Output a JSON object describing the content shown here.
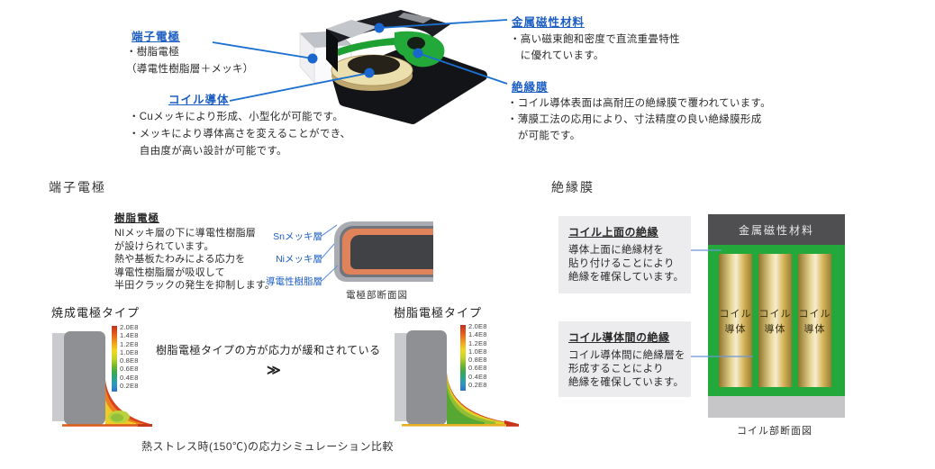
{
  "colors": {
    "accent_blue": "#1e5fc4",
    "connector_blue": "#6a95d8",
    "insulation_green": "#23a83c",
    "coil_gold": "#e3cf8e",
    "resin_orange": "#e0825a",
    "magnetic_dark": "#4f4f52",
    "box_gray": "#ececee"
  },
  "overview": {
    "terminal": {
      "title": "端子電極",
      "lines": [
        "・樹脂電極",
        "（導電性樹脂層＋メッキ）"
      ]
    },
    "coil": {
      "title": "コイル導体",
      "lines": [
        "・Cuメッキにより形成、小型化が可能です。",
        "・メッキにより導体高さを変えることができ、",
        "　自由度が高い設計が可能です。"
      ]
    },
    "magnetic": {
      "title": "金属磁性材料",
      "lines": [
        "・高い磁束飽和密度で直流重畳特性",
        "　に優れています。"
      ]
    },
    "insulation": {
      "title": "絶縁膜",
      "lines": [
        "・コイル導体表面は高耐圧の絶縁膜で覆われています。",
        "・薄膜工法の応用により、寸法精度の良い絶縁膜形成",
        "　が可能です。"
      ]
    }
  },
  "electrode_section": {
    "heading": "端子電極",
    "resin_note": {
      "title": "樹脂電極",
      "lines": [
        "NIメッキ層の下に導電性樹脂層",
        "が設けられています。",
        "熱や基板たわみによる応力を",
        "導電性樹脂層が吸収して",
        "半田クラックの発生を抑制します。"
      ]
    },
    "layer_labels": [
      "Snメッキ層",
      "Niメッキ層",
      "導電性樹脂層"
    ],
    "cross_section_caption": "電極部断面図",
    "simulation": {
      "left_title": "焼成電極タイプ",
      "right_title": "樹脂電極タイプ",
      "note": "樹脂電極タイプの方が応力が緩和されている",
      "arrow": "≫",
      "legend_values": [
        "2.0E8",
        "1.4E8",
        "1.2E8",
        "1.0E8",
        "0.8E8",
        "0.6E8",
        "0.4E8",
        "0.2E8"
      ],
      "caption": "熱ストレス時(150℃)の応力シミュレーション比較"
    }
  },
  "insulation_section": {
    "heading": "絶縁膜",
    "box_top": {
      "title": "コイル上面の絶縁",
      "lines": [
        "導体上面に絶縁材を",
        "貼り付けることにより",
        "絶縁を確保しています。"
      ]
    },
    "box_between": {
      "title": "コイル導体間の絶縁",
      "lines": [
        "コイル導体間に絶縁層を",
        "形成することにより",
        "絶縁を確保しています。"
      ]
    },
    "diagram": {
      "header": "金属磁性材料",
      "column_label_line1": "コイル",
      "column_label_line2": "導体",
      "caption": "コイル部断面図"
    }
  }
}
